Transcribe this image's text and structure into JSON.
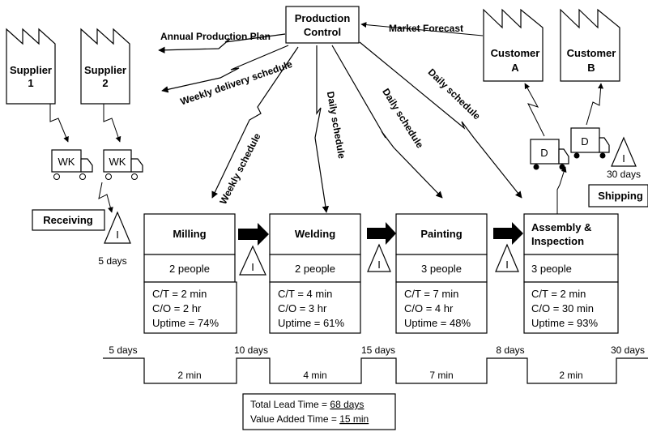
{
  "control": {
    "line1": "Production",
    "line2": "Control"
  },
  "suppliers": [
    {
      "line1": "Supplier",
      "line2": "1"
    },
    {
      "line1": "Supplier",
      "line2": "2"
    }
  ],
  "customers": [
    {
      "line1": "Customer",
      "line2": "A"
    },
    {
      "line1": "Customer",
      "line2": "B"
    }
  ],
  "flows": {
    "annual_plan": "Annual Production Plan",
    "market_forecast": "Market Forecast",
    "weekly_delivery": "Weekly delivery schedule",
    "weekly_schedule": "Weekly  schedule",
    "daily_welding": "Daily schedule",
    "daily_painting": "Daily schedule",
    "daily_assembly": "Daily schedule"
  },
  "trucks": {
    "supplier_truck": "WK",
    "customer_truck": "D"
  },
  "receiving": "Receiving",
  "shipping": "Shipping",
  "inventory_symbol": "I",
  "inventory": {
    "receiving_days": "5 days",
    "shipping_days": "30 days"
  },
  "processes": [
    {
      "name": "Milling",
      "people": "2 people",
      "ct": "C/T = 2 min",
      "co": "C/O = 2 hr",
      "uptime": "Uptime = 74%"
    },
    {
      "name": "Welding",
      "people": "2 people",
      "ct": "C/T = 4 min",
      "co": "C/O = 3 hr",
      "uptime": "Uptime = 61%"
    },
    {
      "name": "Painting",
      "people": "3 people",
      "ct": "C/T = 7 min",
      "co": "C/O = 4 hr",
      "uptime": "Uptime = 48%"
    },
    {
      "name_line1": "Assembly &",
      "name_line2": "Inspection",
      "people": "3 people",
      "ct": "C/T = 2 min",
      "co": "C/O = 30 min",
      "uptime": "Uptime = 93%"
    }
  ],
  "timeline": {
    "waits": [
      "5 days",
      "10 days",
      "15 days",
      "8 days",
      "30 days"
    ],
    "process_times": [
      "2 min",
      "4 min",
      "7 min",
      "2 min"
    ]
  },
  "summary": {
    "lead_label": "Total Lead Time = ",
    "lead_value": "68 days",
    "va_label": "Value Added Time = ",
    "va_value": "15 min"
  },
  "colors": {
    "line": "#000000",
    "background": "#ffffff"
  }
}
